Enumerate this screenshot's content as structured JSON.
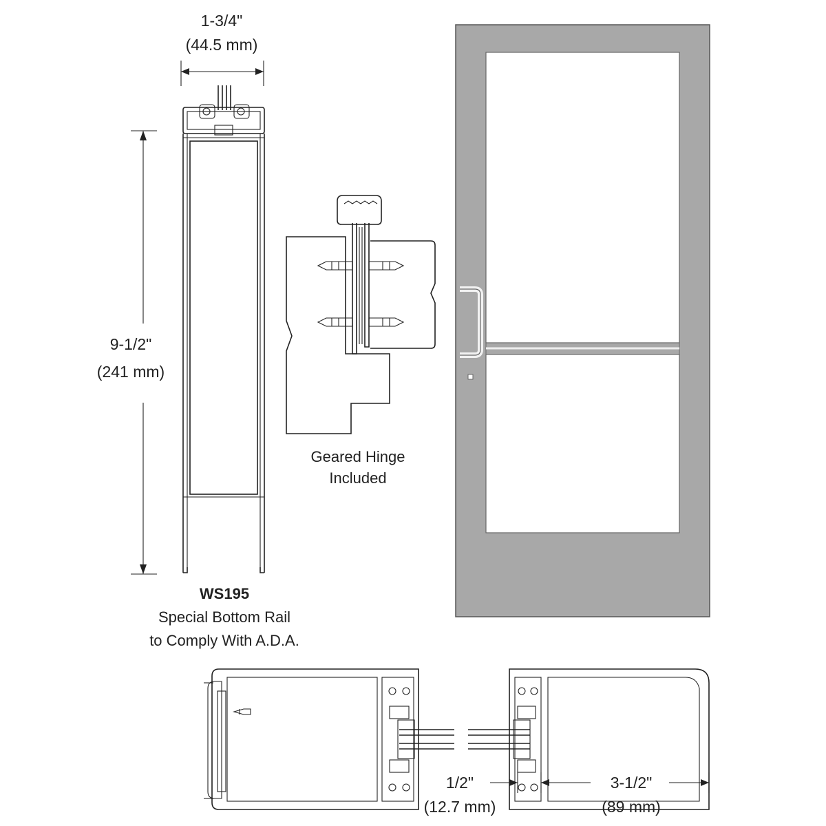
{
  "dimensions": {
    "width_top": {
      "imperial": "1-3/4\"",
      "metric": "(44.5 mm)"
    },
    "rail_height": {
      "imperial": "9-1/2\"",
      "metric": "(241 mm)"
    },
    "gap_bottom": {
      "imperial": "1/2\"",
      "metric": "(12.7 mm)"
    },
    "stile_bottom": {
      "imperial": "3-1/2\"",
      "metric": "(89 mm)"
    }
  },
  "labels": {
    "rail_code": "WS195",
    "rail_desc_1": "Special Bottom Rail",
    "rail_desc_2": "to Comply With A.D.A.",
    "hinge_1": "Geared Hinge",
    "hinge_2": "Included"
  },
  "colors": {
    "door_finish": "#a8a8a8",
    "line": "#222222"
  }
}
